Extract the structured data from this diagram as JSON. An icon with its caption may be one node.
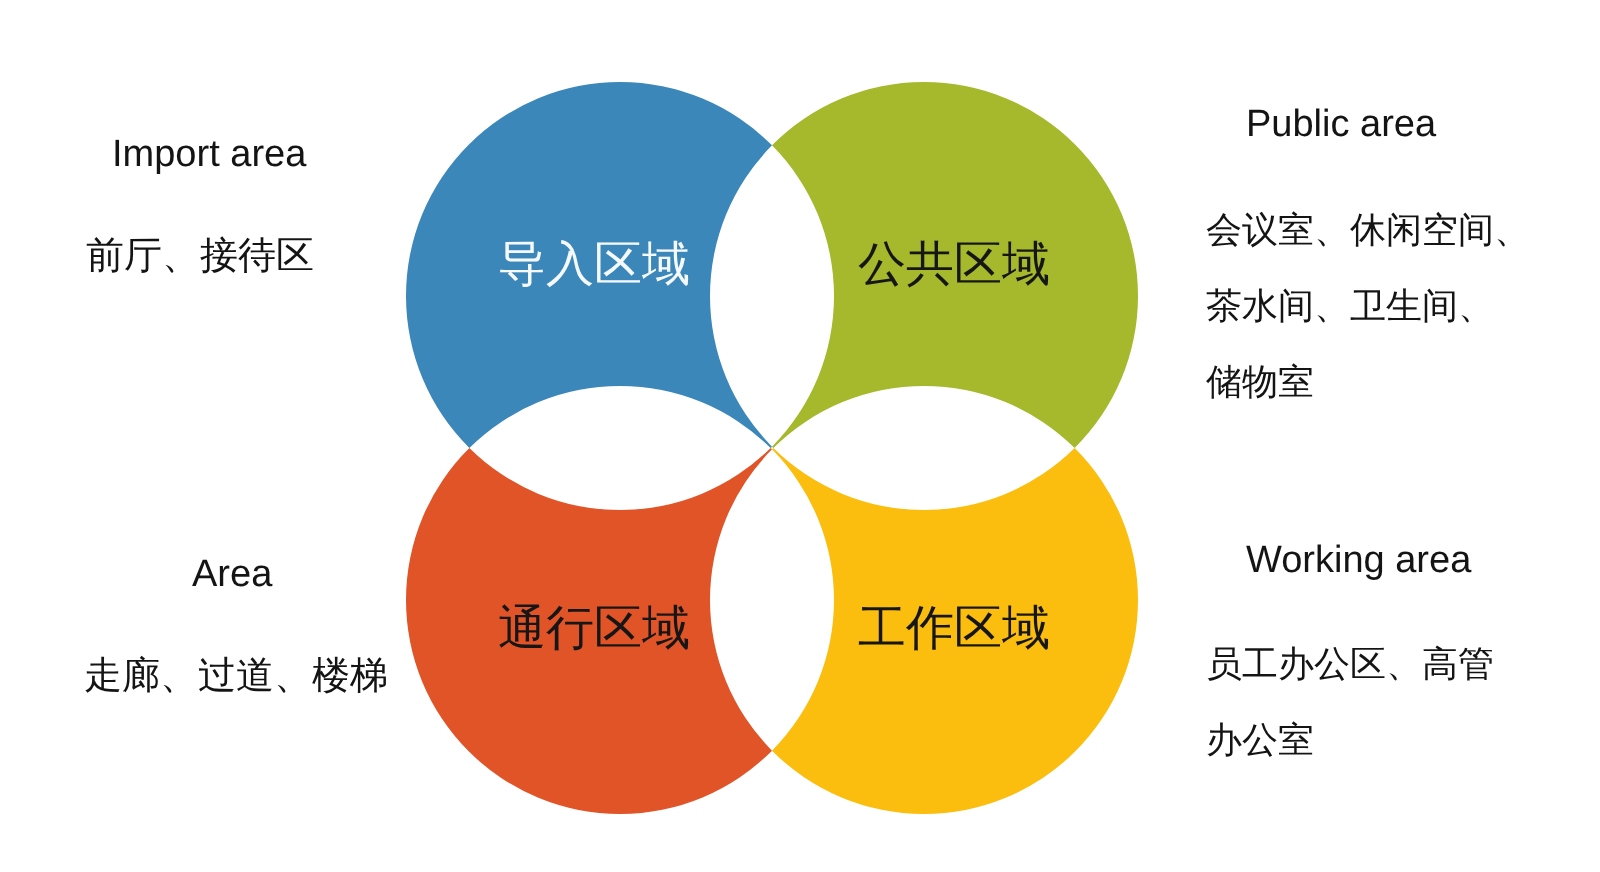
{
  "diagram": {
    "nodes": [
      {
        "text": [
          "导入区域"
        ],
        "beside": [
          "Import area",
          "前厅、接待区"
        ]
      },
      {
        "text": [
          "公共区域"
        ],
        "beside": [
          "Public area",
          "会议室、休闲空间、茶水间、卫生间、储物室"
        ]
      },
      {
        "text": [
          "通行区域"
        ],
        "beside": [
          "Area",
          "走廊、过道、楼梯"
        ]
      },
      {
        "text": [
          "工作区域"
        ],
        "beside": [
          "Working area",
          "员工办公区、高管办公室"
        ]
      }
    ]
  }
}
